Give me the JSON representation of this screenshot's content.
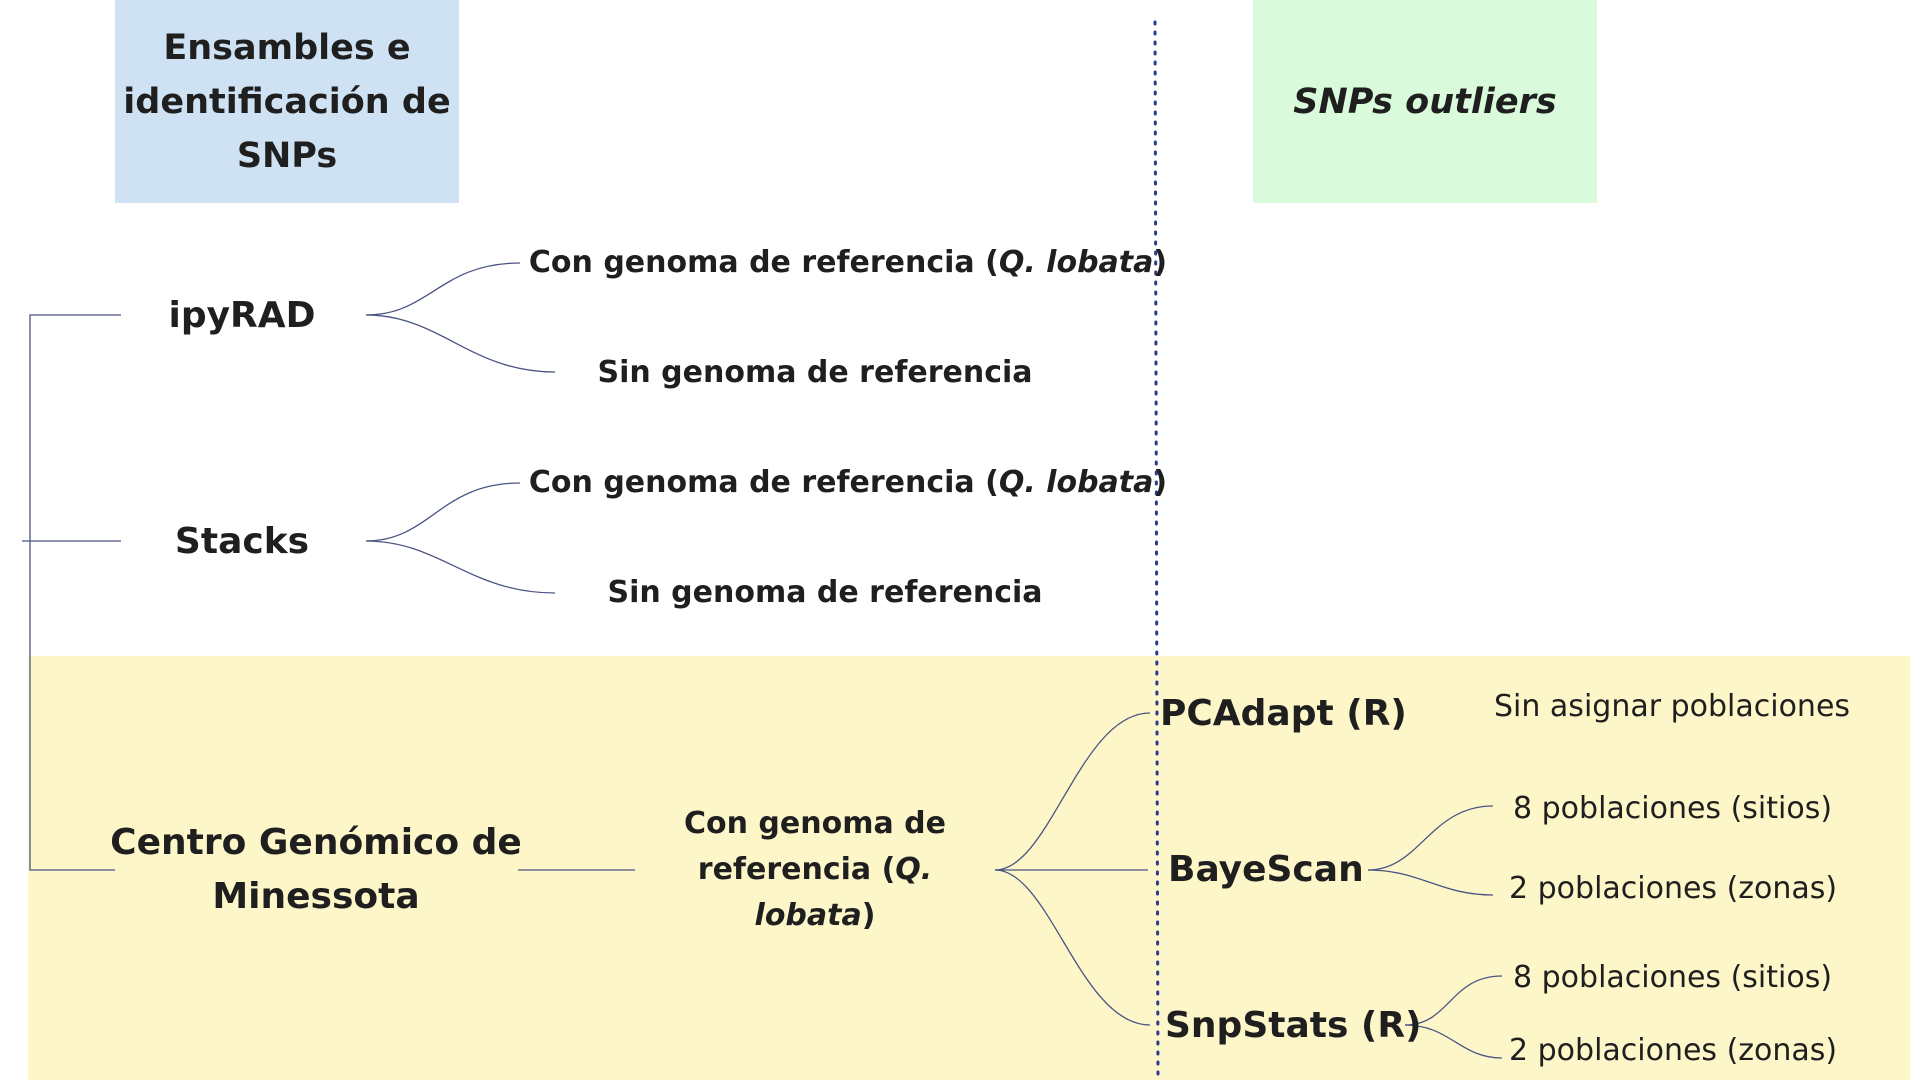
{
  "headers": {
    "left": "Ensambles e identificación de SNPs",
    "right": "SNPs outliers"
  },
  "nodes": {
    "ipyrad": "ipyRAD",
    "stacks": "Stacks",
    "cgm": "Centro Genómico de Minessota",
    "pcadapt": "PCAdapt (R)",
    "bayescan": "BayeScan",
    "snpstats": "SnpStats (R)"
  },
  "ref_text": {
    "prefix": "Con genoma de referencia (",
    "species": "Q. lobata",
    "suffix": ")",
    "cgm_prefix": "Con genoma de referencia (",
    "without": "Sin genoma de referencia"
  },
  "populations": {
    "unassigned": "Sin asignar poblaciones",
    "sites": "8 poblaciones (sitios)",
    "zones": "2 poblaciones (zonas)"
  },
  "colors": {
    "line": "#4a5583",
    "header_left": "#cfe2f3",
    "header_right": "#d9fbdc",
    "band": "#fdf6c8",
    "divider": "#2b3a8c"
  }
}
